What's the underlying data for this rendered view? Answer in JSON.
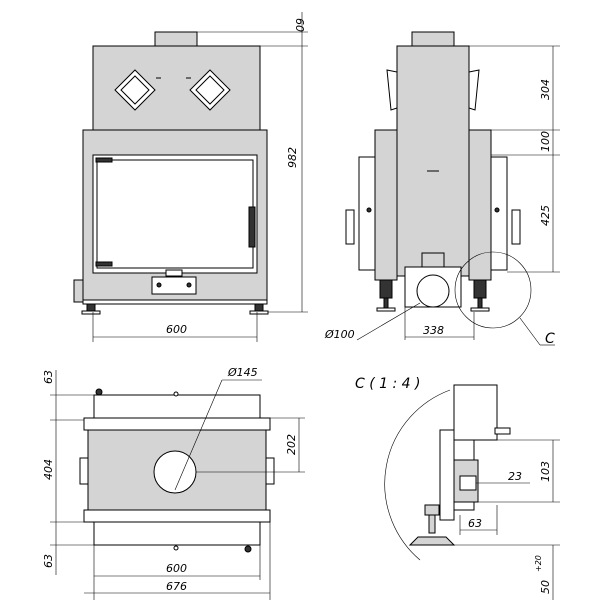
{
  "front_view": {
    "dim_top": "60",
    "dim_height": "982",
    "dim_width": "600"
  },
  "side_view": {
    "dim_top_section": "304",
    "dim_mid_section": "100",
    "dim_lower_section": "425",
    "dim_pipe_diameter": "Ø100",
    "dim_offset": "338",
    "detail_callout": "C"
  },
  "plan_view": {
    "dim_top_margin": "63",
    "dim_depth": "404",
    "dim_bottom_margin": "63",
    "dim_flue_diameter": "Ø145",
    "dim_flue_offset": "202",
    "dim_width_inner": "600",
    "dim_width_outer": "676"
  },
  "detail_view": {
    "title": "C ( 1 : 4 )",
    "dim_height": "103",
    "dim_small": "23",
    "dim_horizontal": "63",
    "dim_leg": "50",
    "dim_leg_tolerance": "+20"
  }
}
